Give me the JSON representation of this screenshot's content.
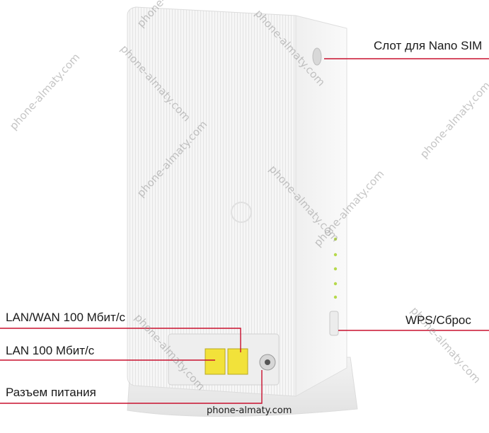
{
  "callouts": {
    "nano_sim": "Слот для Nano SIM",
    "lan_wan": "LAN/WAN 100 Мбит/с",
    "lan": "LAN 100 Мбит/с",
    "power": "Разъем питания",
    "wps_reset": "WPS/Сброс"
  },
  "footer": {
    "site": "phone-almaty.com"
  },
  "watermark": {
    "text": "phone-almaty.com"
  },
  "colors": {
    "accent_line": "#c8102e",
    "port_yellow": "#f2e23a"
  }
}
